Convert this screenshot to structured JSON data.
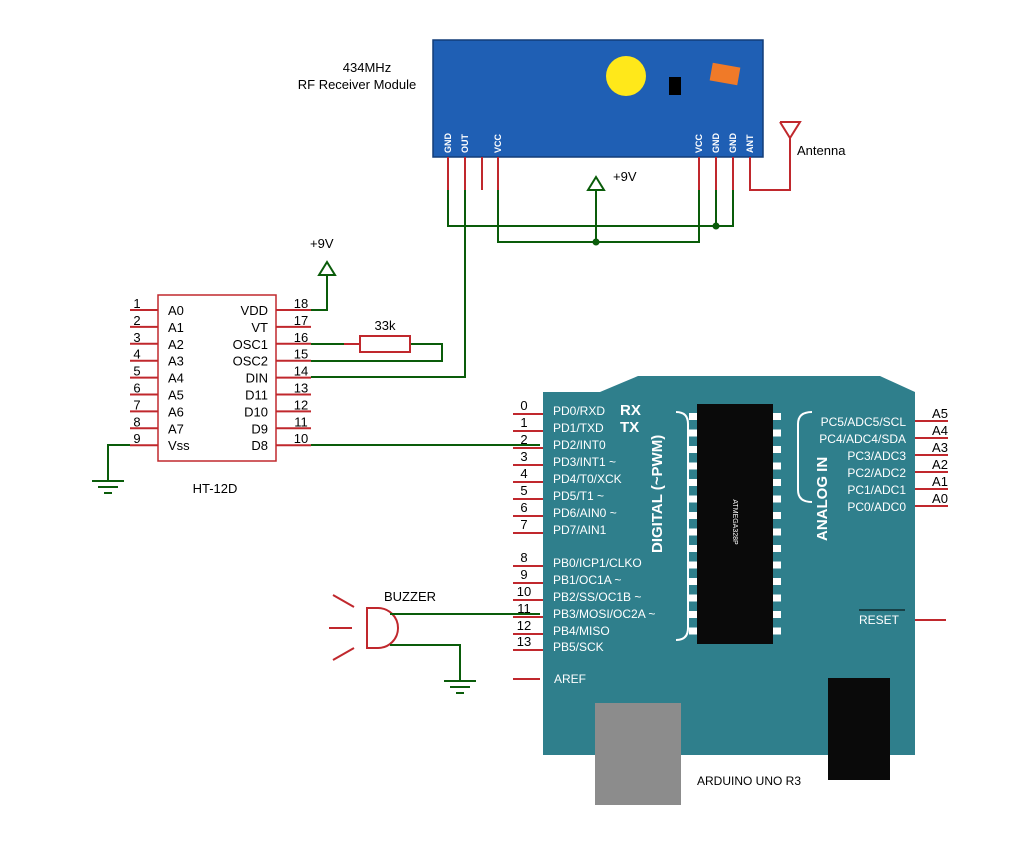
{
  "rf_module": {
    "title_line1": "434MHz",
    "title_line2": "RF Receiver Module",
    "pins": [
      "GND",
      "OUT",
      "VCC",
      "VCC",
      "GND",
      "GND",
      "ANT"
    ],
    "antenna_label": "Antenna",
    "supply_label": "+9V"
  },
  "decoder": {
    "name": "HT-12D",
    "supply_label": "+9V",
    "left_pins": [
      {
        "num": "1",
        "name": "A0"
      },
      {
        "num": "2",
        "name": "A1"
      },
      {
        "num": "3",
        "name": "A2"
      },
      {
        "num": "4",
        "name": "A3"
      },
      {
        "num": "5",
        "name": "A4"
      },
      {
        "num": "6",
        "name": "A5"
      },
      {
        "num": "7",
        "name": "A6"
      },
      {
        "num": "8",
        "name": "A7"
      },
      {
        "num": "9",
        "name": "Vss"
      }
    ],
    "right_pins": [
      {
        "num": "18",
        "name": "VDD"
      },
      {
        "num": "17",
        "name": "VT"
      },
      {
        "num": "16",
        "name": "OSC1"
      },
      {
        "num": "15",
        "name": "OSC2"
      },
      {
        "num": "14",
        "name": "DIN"
      },
      {
        "num": "13",
        "name": "D11"
      },
      {
        "num": "12",
        "name": "D10"
      },
      {
        "num": "11",
        "name": "D9"
      },
      {
        "num": "10",
        "name": "D8"
      }
    ]
  },
  "resistor": {
    "label": "33k"
  },
  "buzzer": {
    "label": "BUZZER"
  },
  "arduino": {
    "name": "ARDUINO UNO R3",
    "chip_label": "ATMEGA328P",
    "digital_label": "DIGITAL (~PWM)",
    "analog_label": "ANALOG IN",
    "rx_label": "RX",
    "tx_label": "TX",
    "reset_label": "RESET",
    "aref_label": "AREF",
    "digital_pins": [
      {
        "num": "0",
        "name": "PD0/RXD"
      },
      {
        "num": "1",
        "name": "PD1/TXD"
      },
      {
        "num": "2",
        "name": "PD2/INT0"
      },
      {
        "num": "3",
        "name": "PD3/INT1 ~"
      },
      {
        "num": "4",
        "name": "PD4/T0/XCK"
      },
      {
        "num": "5",
        "name": "PD5/T1 ~"
      },
      {
        "num": "6",
        "name": "PD6/AIN0 ~"
      },
      {
        "num": "7",
        "name": "PD7/AIN1"
      },
      {
        "num": "8",
        "name": "PB0/ICP1/CLKO"
      },
      {
        "num": "9",
        "name": "PB1/OC1A ~"
      },
      {
        "num": "10",
        "name": "PB2/SS/OC1B ~"
      },
      {
        "num": "11",
        "name": "PB3/MOSI/OC2A ~"
      },
      {
        "num": "12",
        "name": "PB4/MISO"
      },
      {
        "num": "13",
        "name": "PB5/SCK"
      }
    ],
    "analog_pins": [
      {
        "num": "A5",
        "name": "PC5/ADC5/SCL"
      },
      {
        "num": "A4",
        "name": "PC4/ADC4/SDA"
      },
      {
        "num": "A3",
        "name": "PC3/ADC3"
      },
      {
        "num": "A2",
        "name": "PC2/ADC2"
      },
      {
        "num": "A1",
        "name": "PC1/ADC1"
      },
      {
        "num": "A0",
        "name": "PC0/ADC0"
      }
    ]
  },
  "colors": {
    "pin_red": "#c0282d",
    "wire_green": "#0a5c0a",
    "module_blue": "#1f5fb4",
    "board_teal": "#2f7f8c",
    "chip_black": "#0a0a0a",
    "usb_gray": "#8c8c8c",
    "crystal_yellow": "#ffe81a",
    "led_orange": "#f07a28"
  }
}
